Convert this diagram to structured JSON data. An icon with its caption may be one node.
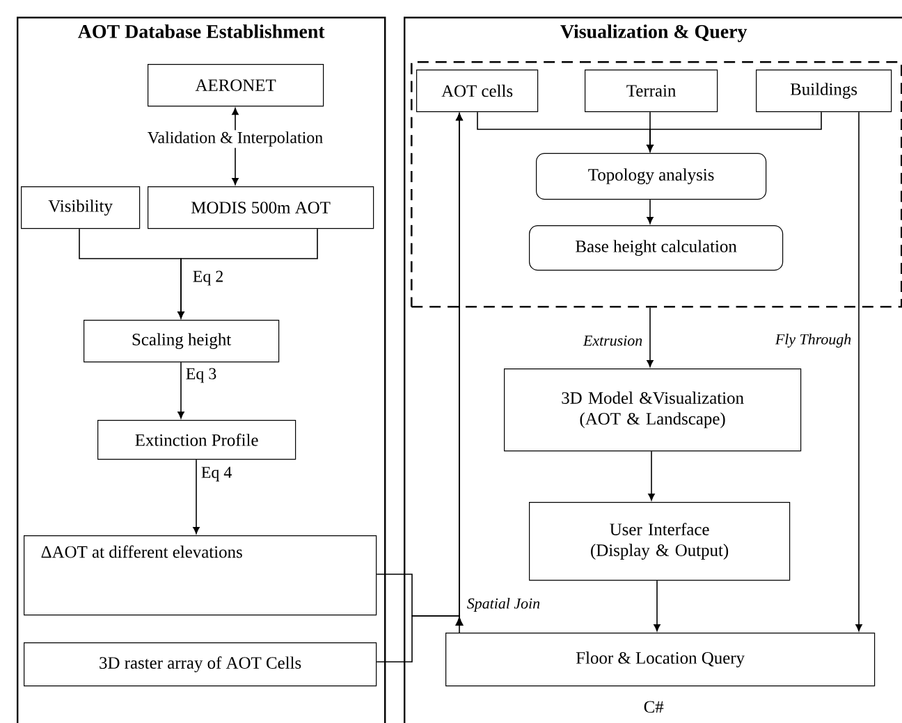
{
  "diagram": {
    "nodes": [
      {
        "text": [
          "AOT Database Establishment"
        ]
      },
      {
        "text": [
          "AERONET"
        ],
        "in": 0
      },
      {
        "text": [
          "Visibility"
        ],
        "in": 0
      },
      {
        "text": [
          "MODIS 500m AOT"
        ],
        "in": 0
      },
      {
        "text": [
          "Scaling height"
        ],
        "in": 0
      },
      {
        "text": [
          "Extinction Profile"
        ],
        "in": 0
      },
      {
        "text": [
          "ΔAOT at different elevations"
        ],
        "in": 0
      },
      {
        "text": [
          "3D raster array of AOT Cells"
        ],
        "in": 0
      },
      {
        "text": [
          "Visualization & Query",
          "C#"
        ]
      },
      {
        "text": [],
        "shape": "box",
        "in": 8
      },
      {
        "text": [
          "AOT cells"
        ],
        "in": 9
      },
      {
        "text": [
          "Terrain"
        ],
        "in": 9
      },
      {
        "text": [
          "Buildings"
        ],
        "in": 9
      },
      {
        "text": [
          "Topology analysis"
        ],
        "in": 9
      },
      {
        "text": [
          "Base height calculation"
        ],
        "in": 9
      },
      {
        "text": [
          "3D Model &Visualization (AOT & Landscape)"
        ],
        "in": 8
      },
      {
        "text": [
          "User Interface (Display & Output)"
        ],
        "in": 8
      },
      {
        "text": [
          "Floor & Location Query"
        ],
        "in": 8
      }
    ],
    "edges": [
      {
        "from": 1,
        "to": 3,
        "arrow": "both",
        "label": "Validation & Interpolation"
      },
      {
        "from": 2,
        "to": 4,
        "arrow": "to",
        "label": "Eq 2"
      },
      {
        "from": 3,
        "to": 4,
        "arrow": "to"
      },
      {
        "from": 4,
        "to": 5,
        "arrow": "to",
        "label": "Eq 3"
      },
      {
        "from": 5,
        "to": 6,
        "arrow": "to",
        "label": "Eq 4"
      },
      {
        "from": 6,
        "to": 10,
        "arrow": "to",
        "label": "Spatial Join"
      },
      {
        "from": 7,
        "to": 10,
        "arrow": "to"
      },
      {
        "from": 17,
        "to": 10,
        "arrow": "to"
      },
      {
        "from": 10,
        "to": 13,
        "arrow": "to"
      },
      {
        "from": 11,
        "to": 13,
        "arrow": "to"
      },
      {
        "from": 12,
        "to": 13,
        "arrow": "to"
      },
      {
        "from": 13,
        "to": 14,
        "arrow": "to"
      },
      {
        "from": 9,
        "to": 15,
        "arrow": "to",
        "label": "Extrusion"
      },
      {
        "from": 12,
        "to": 17,
        "arrow": "to",
        "label": "Fly Through"
      },
      {
        "from": 15,
        "to": 16,
        "arrow": "to"
      },
      {
        "from": 16,
        "to": 17,
        "arrow": "to"
      }
    ]
  }
}
